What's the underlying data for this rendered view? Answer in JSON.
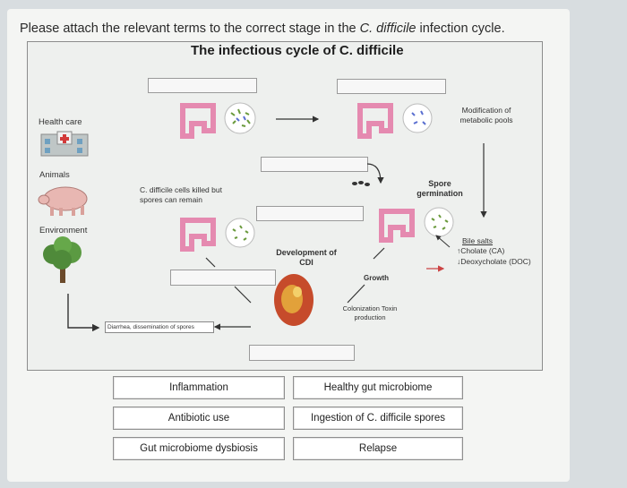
{
  "question": {
    "prefix": "Please attach the relevant terms to the correct stage in the ",
    "organism": "C. difficile",
    "suffix": " infection cycle."
  },
  "diagram": {
    "title": "The infectious cycle of C. difficile",
    "side_labels": {
      "health_care": "Health care",
      "animals": "Animals",
      "environment": "Environment"
    },
    "text": {
      "modification": "Modification of metabolic pools",
      "killed": "C. difficile cells killed but spores can remain",
      "spore_germination": "Spore germination",
      "bile_salts": "Bile salts",
      "cholate": "↑Cholate (CA)",
      "deoxycholate": "↓Deoxycholate (DOC)",
      "development": "Development of CDI",
      "growth": "Growth",
      "colonization": "Colonization Toxin production",
      "diarrhea": "Diarrhea, dissemination of spores"
    }
  },
  "terms": [
    "Inflammation",
    "Healthy gut microbiome",
    "Antibiotic use",
    "Ingestion of C. difficile spores",
    "Gut microbiome dysbiosis",
    "Relapse"
  ],
  "colors": {
    "gut": "#e58ab0",
    "background": "#d8dde0",
    "panel": "#eef0ee",
    "red_arrow": "#cc4444"
  }
}
